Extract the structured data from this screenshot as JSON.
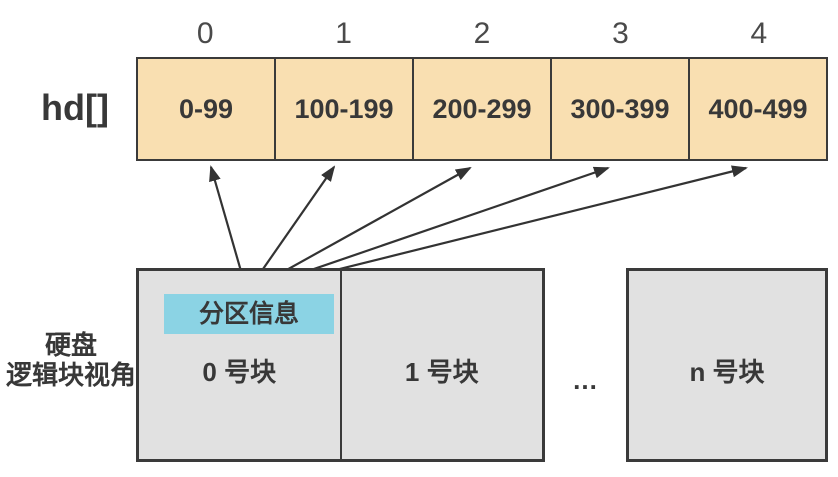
{
  "colors": {
    "array_fill": "#F9DFB1",
    "array_border": "#3A3A3A",
    "block_fill": "#E1E1E1",
    "block_border": "#3A3A3A",
    "tag_fill": "#8BD3E4",
    "text_dark": "#383838",
    "index_color": "#4A4A4A",
    "arrow_color": "#333333",
    "background": "#FFFFFF"
  },
  "array": {
    "label": "hd[]",
    "cells": [
      {
        "index": "0",
        "range": "0-99"
      },
      {
        "index": "1",
        "range": "100-199"
      },
      {
        "index": "2",
        "range": "200-299"
      },
      {
        "index": "3",
        "range": "300-399"
      },
      {
        "index": "4",
        "range": "400-499"
      }
    ]
  },
  "disk": {
    "label_line1": "硬盘",
    "label_line2": "逻辑块视角",
    "partition_tag": "分区信息",
    "blocks": [
      {
        "label": "0 号块"
      },
      {
        "label": "1 号块"
      },
      {
        "label": "n 号块"
      }
    ],
    "ellipsis": "..."
  },
  "arrows": [
    {
      "from": "分区信息",
      "to": "hd[0]"
    },
    {
      "from": "分区信息",
      "to": "hd[1]"
    },
    {
      "from": "分区信息",
      "to": "hd[2]"
    },
    {
      "from": "分区信息",
      "to": "hd[3]"
    },
    {
      "from": "分区信息",
      "to": "hd[4]"
    }
  ]
}
